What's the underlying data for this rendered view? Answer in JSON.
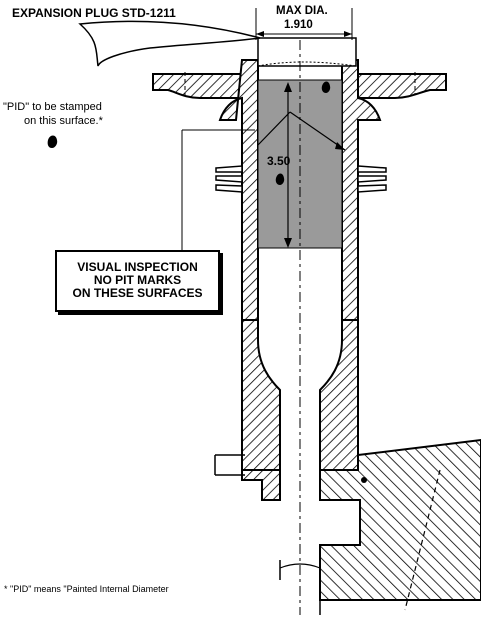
{
  "labels": {
    "plug": "EXPANSION PLUG STD-1211",
    "max_dia": "MAX DIA.",
    "max_dia_value": "1.910",
    "pid_line1": "\"PID\" to be stamped",
    "pid_line2": "on this surface.*",
    "dimension": "3.50"
  },
  "inspection_box": {
    "line1": "VISUAL  INSPECTION",
    "line2": "NO  PIT MARKS",
    "line3": "ON THESE SURFACES"
  },
  "footnote": "* \"PID\" means \"Painted Internal Diameter",
  "colors": {
    "ink": "#000000",
    "shaded_area": "#9a9a9a",
    "background": "#ffffff"
  }
}
